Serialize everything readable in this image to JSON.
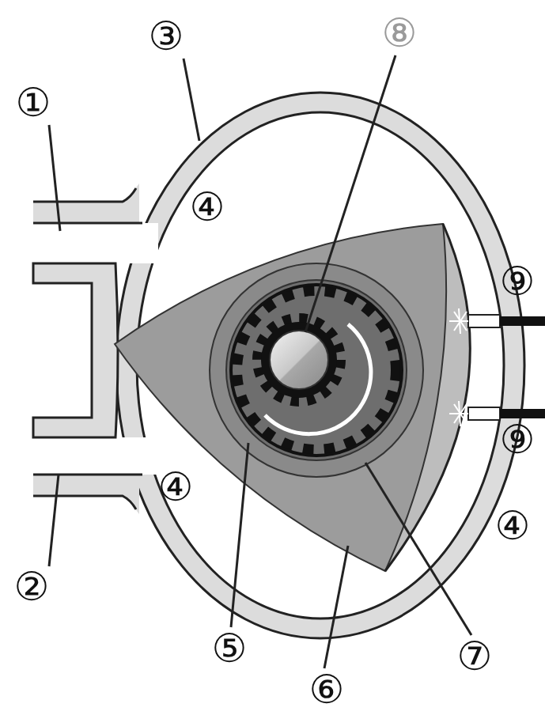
{
  "diagram": {
    "labels": [
      "③",
      "⑧",
      "①",
      "④",
      "⑨",
      "⑨",
      "④",
      "④",
      "②",
      "⑤",
      "⑦",
      "⑥"
    ]
  }
}
